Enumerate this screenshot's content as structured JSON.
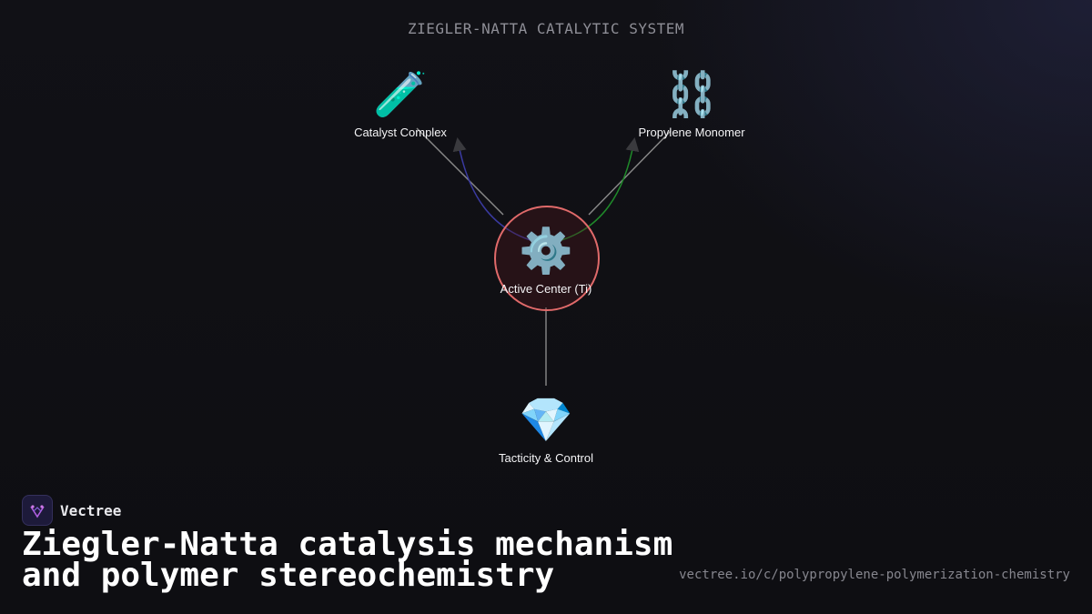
{
  "diagram": {
    "title": "ZIEGLER-NATTA CATALYTIC SYSTEM",
    "nodes": {
      "catalyst": {
        "icon": "test-tube-icon",
        "glyph": "🧪",
        "label": "Catalyst Complex"
      },
      "monomer": {
        "icon": "chain-icon",
        "glyph": "⛓️",
        "label": "Propylene Monomer"
      },
      "center": {
        "icon": "gear-icon",
        "glyph": "⚙️",
        "label": "Active Center (Ti)"
      },
      "tacticity": {
        "icon": "gem-icon",
        "glyph": "💎",
        "label": "Tacticity & Control"
      }
    },
    "colors": {
      "center_ring": "#e06a6a",
      "link_gray": "#8a8a8a",
      "link_blue": "#3a3aa0",
      "link_green": "#1f8a2a"
    }
  },
  "footer": {
    "brand_name": "Vectree",
    "brand_icon": "vectree-logo-icon",
    "headline": "Ziegler-Natta catalysis mechanism and polymer stereochemistry",
    "url": "vectree.io/c/polypropylene-polymerization-chemistry"
  }
}
